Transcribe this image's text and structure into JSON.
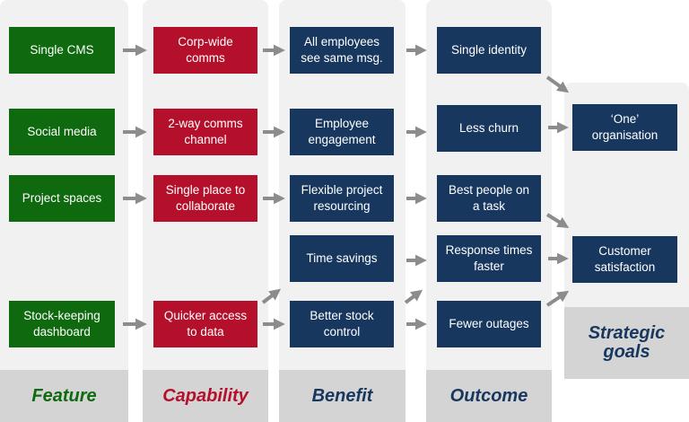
{
  "columns": {
    "feature": "Feature",
    "capability": "Capability",
    "benefit": "Benefit",
    "outcome": "Outcome",
    "goals": "Strategic\ngoals"
  },
  "features": {
    "single_cms": "Single CMS",
    "social_media": "Social media",
    "project_spaces": "Project spaces",
    "stock_keeping": "Stock-keeping\ndashboard"
  },
  "capabilities": {
    "corp_wide": "Corp-wide\ncomms",
    "two_way": "2-way comms\nchannel",
    "single_place": "Single place to\ncollaborate",
    "quicker_access": "Quicker access\nto data"
  },
  "benefits": {
    "all_employees": "All employees\nsee same msg.",
    "engagement": "Employee\nengagement",
    "flexible": "Flexible project\nresourcing",
    "time_savings": "Time savings",
    "stock_control": "Better stock\ncontrol"
  },
  "outcomes": {
    "single_identity": "Single identity",
    "less_churn": "Less churn",
    "best_people": "Best people on\na task",
    "response_times": "Response times\nfaster",
    "fewer_outages": "Fewer outages"
  },
  "goals": {
    "one_org": "‘One’\norganisation",
    "customer_sat": "Customer\nsatisfaction"
  },
  "colors": {
    "feature": "#0f6a0f",
    "capability": "#b5102b",
    "benefit": "#17375e",
    "outcome": "#17375e",
    "arrow": "#8c8c8c"
  }
}
